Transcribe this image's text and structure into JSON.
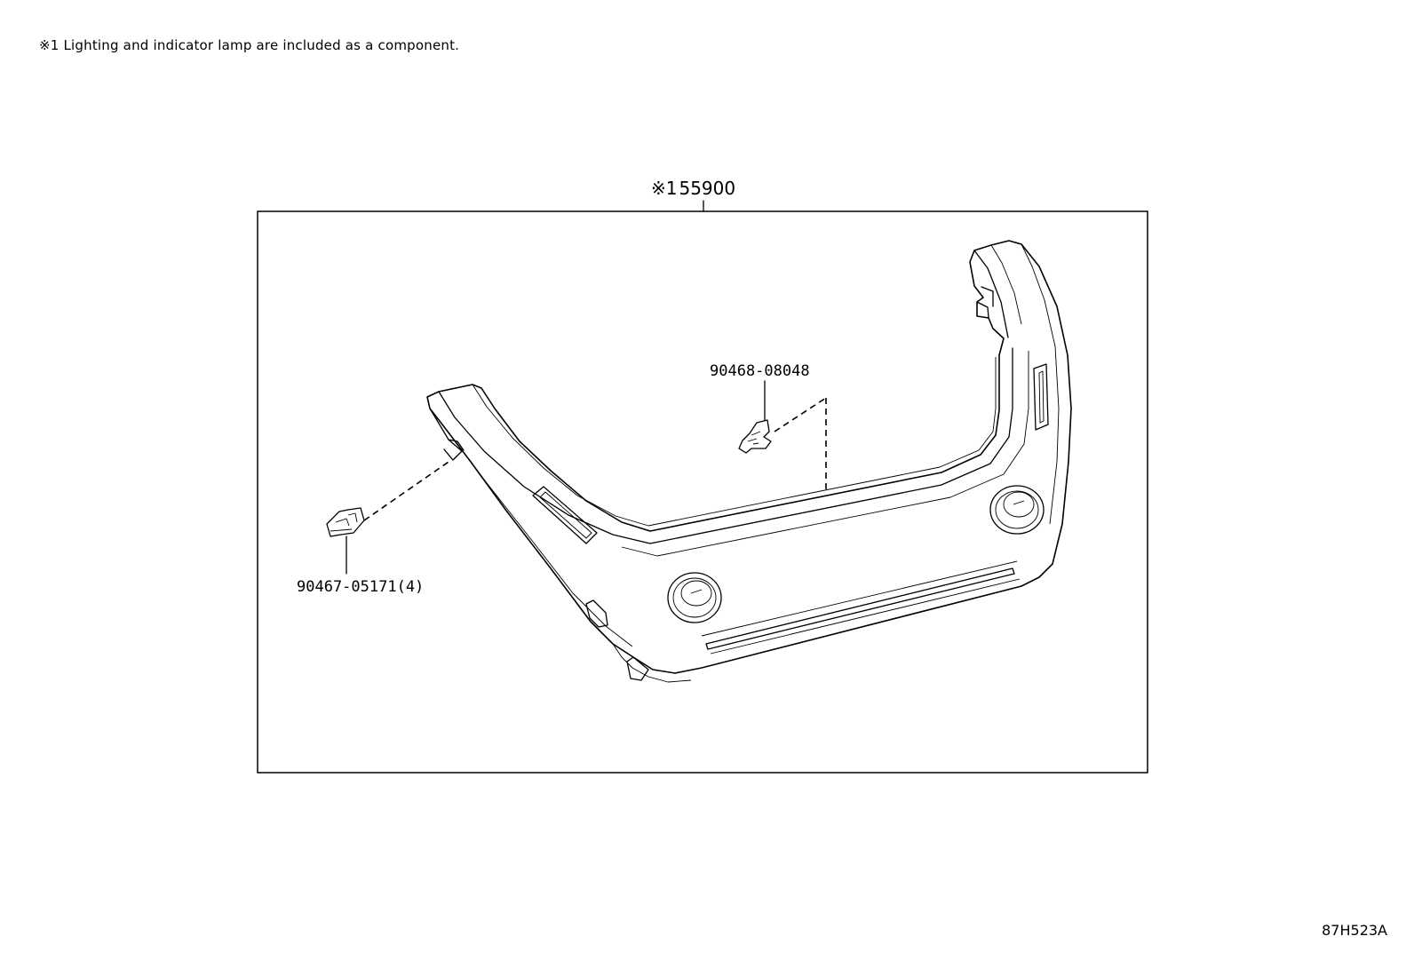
{
  "note": "※1 Lighting and indicator lamp are included as a component.",
  "diagram_number": "87H523A",
  "callouts": {
    "panel": {
      "mark": "※1",
      "part": "55900"
    },
    "clip_upper": "90468-08048",
    "clip_lower": "90467-05171(4)"
  }
}
